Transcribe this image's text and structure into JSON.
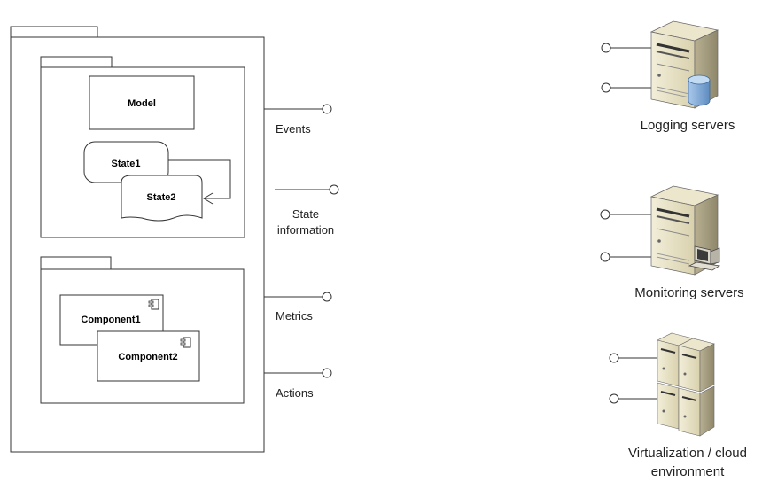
{
  "system": {
    "model_label": "Model",
    "state1_label": "State1",
    "state2_label": "State2",
    "component1_label": "Component1",
    "component2_label": "Component2"
  },
  "interfaces": {
    "events": "Events",
    "state_information": [
      "State",
      "information"
    ],
    "metrics": "Metrics",
    "actions": "Actions"
  },
  "infrastructure": {
    "logging": [
      "Logging servers"
    ],
    "monitoring": [
      "Monitoring servers"
    ],
    "virtualization": [
      "Virtualization / cloud",
      "environment"
    ]
  },
  "colors": {
    "server_body": "#e8e2c6",
    "server_shadow": "#b9b092",
    "database": "#7fa8d6"
  }
}
